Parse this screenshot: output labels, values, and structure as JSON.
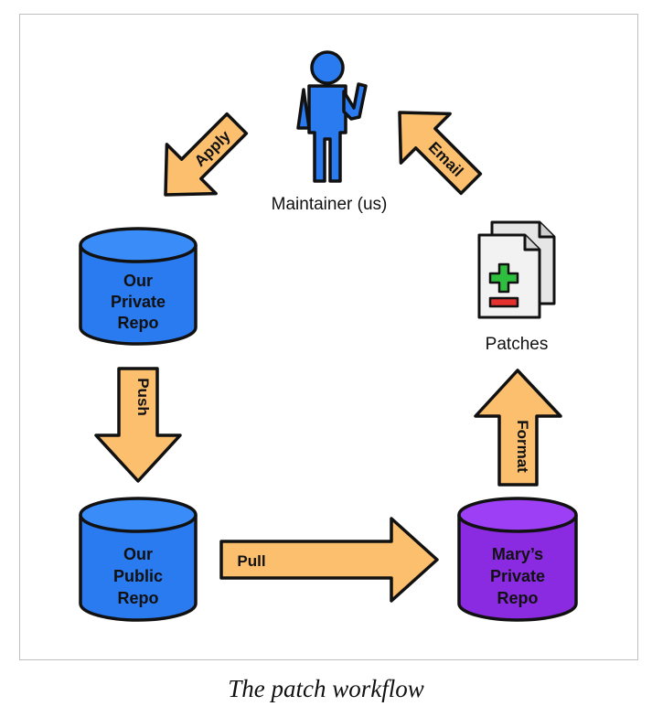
{
  "diagram": {
    "maintainer_label": "Maintainer (us)",
    "patches_label": "Patches",
    "repos": {
      "our_private": [
        "Our",
        "Private",
        "Repo"
      ],
      "our_public": [
        "Our",
        "Public",
        "Repo"
      ],
      "marys_private": [
        "Mary’s",
        "Private",
        "Repo"
      ]
    },
    "arrows": {
      "apply": "Apply",
      "email": "Email",
      "push": "Push",
      "pull": "Pull",
      "format": "Format"
    },
    "colors": {
      "arrow_fill": "#fbbf6e",
      "repo_blue": "#2a7af0",
      "repo_blue_top": "#3a8cf8",
      "repo_purple": "#8a2be2",
      "repo_purple_top": "#9d3ff5",
      "outline": "#111111",
      "plus_green": "#2fbf3f",
      "minus_red": "#e53030"
    }
  },
  "caption": "The patch workflow"
}
